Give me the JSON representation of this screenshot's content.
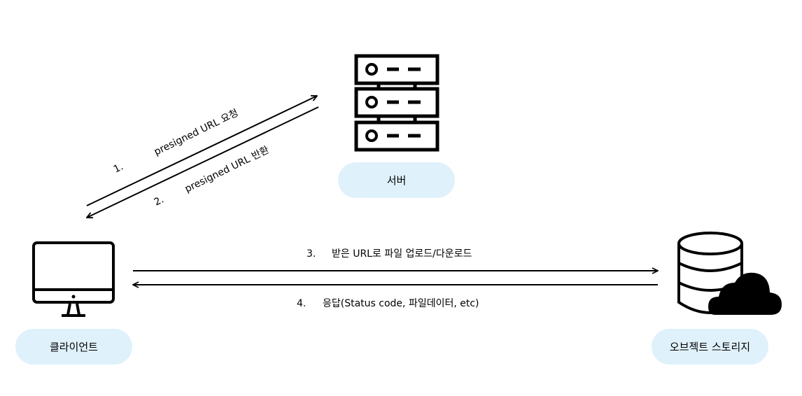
{
  "nodes": {
    "server": "서버",
    "client": "클라이언트",
    "storage": "오브젝트 스토리지"
  },
  "steps": [
    {
      "num": "1.",
      "text": "presigned URL 요청"
    },
    {
      "num": "2.",
      "text": "presigned URL 반환"
    },
    {
      "num": "3.",
      "text": "받은 URL로 파일 업로드/다운로드"
    },
    {
      "num": "4.",
      "text": "응답(Status code, 파일데이터, etc)"
    }
  ],
  "icons": {
    "server": "server-rack-icon",
    "client": "desktop-monitor-icon",
    "storage": "database-cloud-icon"
  },
  "colors": {
    "pill": "#dff1fb",
    "stroke": "#000000",
    "background": "#ffffff"
  }
}
